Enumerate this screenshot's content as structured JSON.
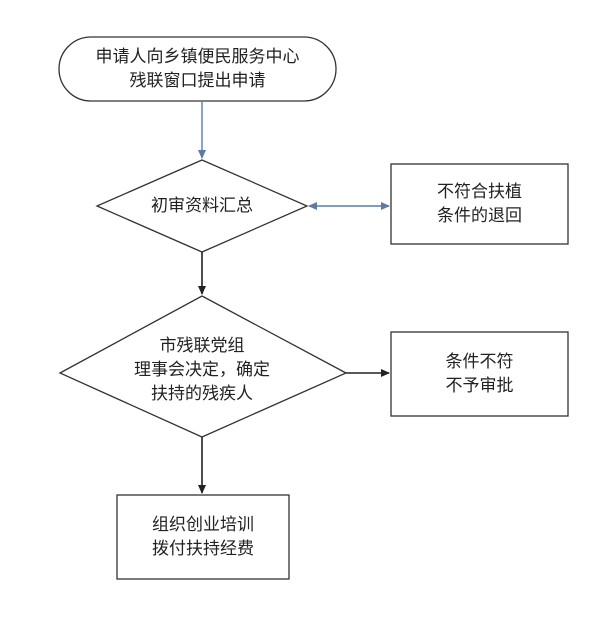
{
  "nodes": {
    "start": {
      "shape": "rounded-terminal",
      "lines": [
        "申请人向乡镇便民服务中心",
        "残联窗口提出申请"
      ]
    },
    "review": {
      "shape": "diamond",
      "lines": [
        "初审资料汇总"
      ]
    },
    "reject_return": {
      "shape": "box",
      "lines": [
        "不符合扶植",
        "条件的退回"
      ]
    },
    "decision": {
      "shape": "diamond",
      "lines": [
        "市残联党组",
        "理事会决定，确定",
        "扶持的残疾人"
      ]
    },
    "not_approved": {
      "shape": "box",
      "lines": [
        "条件不符",
        "不予审批"
      ]
    },
    "funding": {
      "shape": "box",
      "lines": [
        "组织创业培训",
        "拨付扶持经费"
      ]
    }
  },
  "edges": [
    {
      "from": "start",
      "to": "review",
      "style": "single-arrow",
      "color": "#5b7aa6"
    },
    {
      "from": "review",
      "to": "reject_return",
      "style": "double-arrow",
      "color": "#5b7aa6"
    },
    {
      "from": "review",
      "to": "decision",
      "style": "single-arrow",
      "color": "#222222"
    },
    {
      "from": "decision",
      "to": "not_approved",
      "style": "single-arrow",
      "color": "#222222"
    },
    {
      "from": "decision",
      "to": "funding",
      "style": "single-arrow",
      "color": "#222222"
    }
  ],
  "colors": {
    "stroke": "#333333",
    "text": "#222222",
    "background": "#ffffff"
  }
}
